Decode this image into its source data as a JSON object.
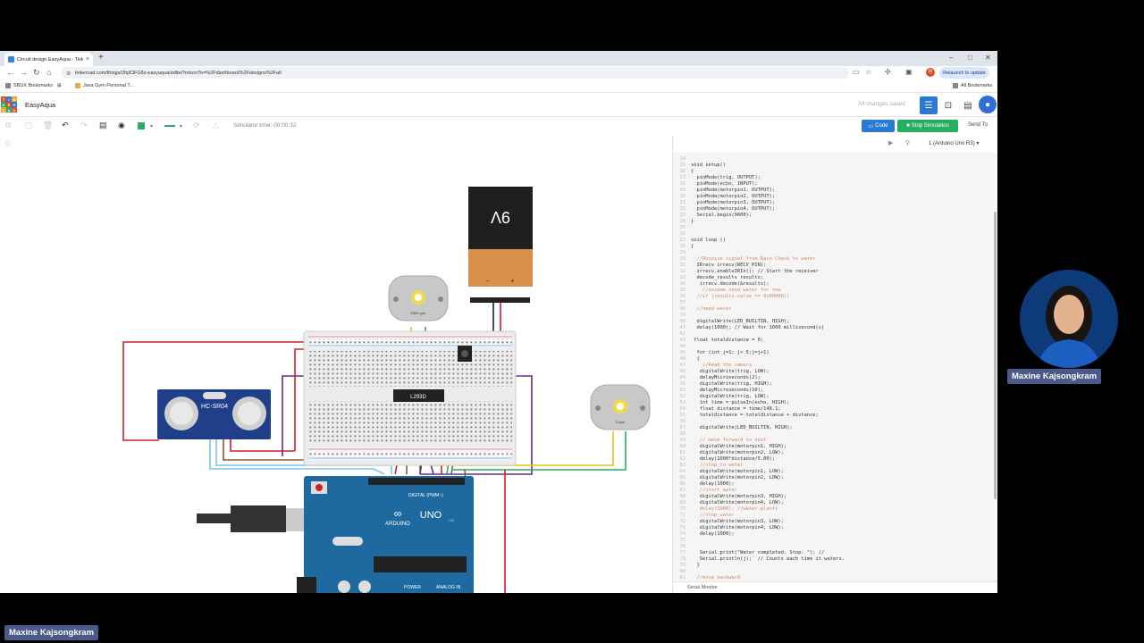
{
  "browser": {
    "tab_title": "Circuit design EasyAqua - Tink",
    "url": "tinkercad.com/things/2fqlClFG8z-easyaqua/editel?returnTo=%2Fdashboard%2Fdesigns%2Fall",
    "relaunch": "Relaunch to update",
    "profile_letter": "R",
    "bookmarks": [
      "SBUX Bookmarks",
      "Java Gym Personal T..."
    ],
    "all_bookmarks": "All Bookmarks"
  },
  "app": {
    "logo_letters": [
      "TIN",
      "KER",
      "CAD"
    ],
    "design_name": "EasyAqua",
    "saved_status": "All changes saved",
    "accent": "#2f6fd1"
  },
  "toolbar": {
    "sim_time": "Simulator time: 00:00:32",
    "code_label": "Code",
    "stop_label": "Stop Simulation",
    "send_label": "Send To"
  },
  "circuit": {
    "battery_label": "9V",
    "motor1_label": "5393 rpm",
    "motor2_label": "0 rpm",
    "ic_label": "L293D",
    "sensor_label": "HC-SR04",
    "arduino_brand": "ARDUINO",
    "arduino_model": "UNO",
    "digital_label": "DIGITAL (PWM~)",
    "power_label": "POWER",
    "analog_label": "ANALOG IN",
    "on_label": "ON"
  },
  "codepanel": {
    "board": "1 (Arduino Uno R3)",
    "serial_monitor": "Serial Monitor",
    "lines": [
      {
        "n": "14",
        "t": ""
      },
      {
        "n": "15",
        "t": "void setup()"
      },
      {
        "n": "16",
        "t": "{"
      },
      {
        "n": "17",
        "t": "  pinMode(trig, OUTPUT);"
      },
      {
        "n": "18",
        "t": "  pinMode(echo, INPUT);"
      },
      {
        "n": "19",
        "t": "  pinMode(motorpin1, OUTPUT);"
      },
      {
        "n": "20",
        "t": "  pinMode(motorpin2, OUTPUT);"
      },
      {
        "n": "21",
        "t": "  pinMode(motorpin3, OUTPUT);"
      },
      {
        "n": "22",
        "t": "  pinMode(motorpin4, OUTPUT);"
      },
      {
        "n": "23",
        "t": "  Serial.begin(9600);"
      },
      {
        "n": "24",
        "t": "}"
      },
      {
        "n": "25",
        "t": ""
      },
      {
        "n": "26",
        "t": ""
      },
      {
        "n": "27",
        "t": "void loop ()"
      },
      {
        "n": "28",
        "t": "{"
      },
      {
        "n": "29",
        "t": ""
      },
      {
        "n": "30",
        "t": "  //Receive signal from Rain Check to water",
        "c": true
      },
      {
        "n": "31",
        "t": "  IRrecv irrecv(RECV_PIN);"
      },
      {
        "n": "32",
        "t": "  irrecv.enableIRIn(); // Start the receiver"
      },
      {
        "n": "33",
        "t": "  decode_results results;"
      },
      {
        "n": "34",
        "t": "   irrecv.decode(&results);"
      },
      {
        "n": "35",
        "t": "    //assume need water for now",
        "c": true
      },
      {
        "n": "36",
        "t": "  //if (results.value == 0x00000))",
        "c": true
      },
      {
        "n": "37",
        "t": ""
      },
      {
        "n": "38",
        "t": "  //need water",
        "c": true
      },
      {
        "n": "39",
        "t": ""
      },
      {
        "n": "40",
        "t": "  digitalWrite(LED_BUILTIN, HIGH);"
      },
      {
        "n": "41",
        "t": "  delay(1000); // Wait for 1000 millisecond(s)"
      },
      {
        "n": "42",
        "t": ""
      },
      {
        "n": "43",
        "t": " float totaldistance = 0;"
      },
      {
        "n": "44",
        "t": ""
      },
      {
        "n": "45",
        "t": "  for (int j=1; j< 5;j=j+1)"
      },
      {
        "n": "46",
        "t": "  {"
      },
      {
        "n": "47",
        "t": "    //Read the camera",
        "c": true
      },
      {
        "n": "48",
        "t": "   digitalWrite(trig, LOW);"
      },
      {
        "n": "49",
        "t": "   delayMicroseconds(2);"
      },
      {
        "n": "50",
        "t": "   digitalWrite(trig, HIGH);"
      },
      {
        "n": "51",
        "t": "   delayMicroseconds(10);"
      },
      {
        "n": "52",
        "t": "   digitalWrite(trig, LOW);"
      },
      {
        "n": "53",
        "t": "   int time = pulseIn(echo, HIGH);"
      },
      {
        "n": "54",
        "t": "   float distance = time/148.1;"
      },
      {
        "n": "55",
        "t": "   totaldistance = totaldistance + distance;"
      },
      {
        "n": "56",
        "t": ""
      },
      {
        "n": "57",
        "t": "   digitalWrite(LED_BUILTIN, HIGH);"
      },
      {
        "n": "58",
        "t": ""
      },
      {
        "n": "59",
        "t": "   // move forward to spot",
        "c": true
      },
      {
        "n": "60",
        "t": "   digitalWrite(motorpin1, HIGH);"
      },
      {
        "n": "61",
        "t": "   digitalWrite(motorpin2, LOW);"
      },
      {
        "n": "62",
        "t": "   delay(1000*distance/5.00);"
      },
      {
        "n": "63",
        "t": "   //stop to water",
        "c": true
      },
      {
        "n": "64",
        "t": "   digitalWrite(motorpin1, LOW);"
      },
      {
        "n": "65",
        "t": "   digitalWrite(motorpin2, LOW);"
      },
      {
        "n": "66",
        "t": "   delay(1000);"
      },
      {
        "n": "67",
        "t": "   //start water",
        "c": true
      },
      {
        "n": "68",
        "t": "   digitalWrite(motorpin3, HIGH);"
      },
      {
        "n": "69",
        "t": "   digitalWrite(motorpin4, LOW);"
      },
      {
        "n": "70",
        "t": "   delay(5000); //water plants",
        "c": true
      },
      {
        "n": "71",
        "t": "   //stop water",
        "c": true
      },
      {
        "n": "72",
        "t": "   digitalWrite(motorpin3, LOW);"
      },
      {
        "n": "73",
        "t": "   digitalWrite(motorpin4, LOW);"
      },
      {
        "n": "74",
        "t": "   delay(1000);"
      },
      {
        "n": "75",
        "t": ""
      },
      {
        "n": "76",
        "t": ""
      },
      {
        "n": "77",
        "t": "   Serial.print(\"Water completed. Stop: \"); //"
      },
      {
        "n": "78",
        "t": "   Serial.println(j);  // Counts each time it waters."
      },
      {
        "n": "79",
        "t": "  }"
      },
      {
        "n": "80",
        "t": ""
      },
      {
        "n": "81",
        "t": "  //move backward",
        "c": true
      }
    ]
  },
  "presenter": {
    "name": "Maxine Kajsongkram"
  }
}
